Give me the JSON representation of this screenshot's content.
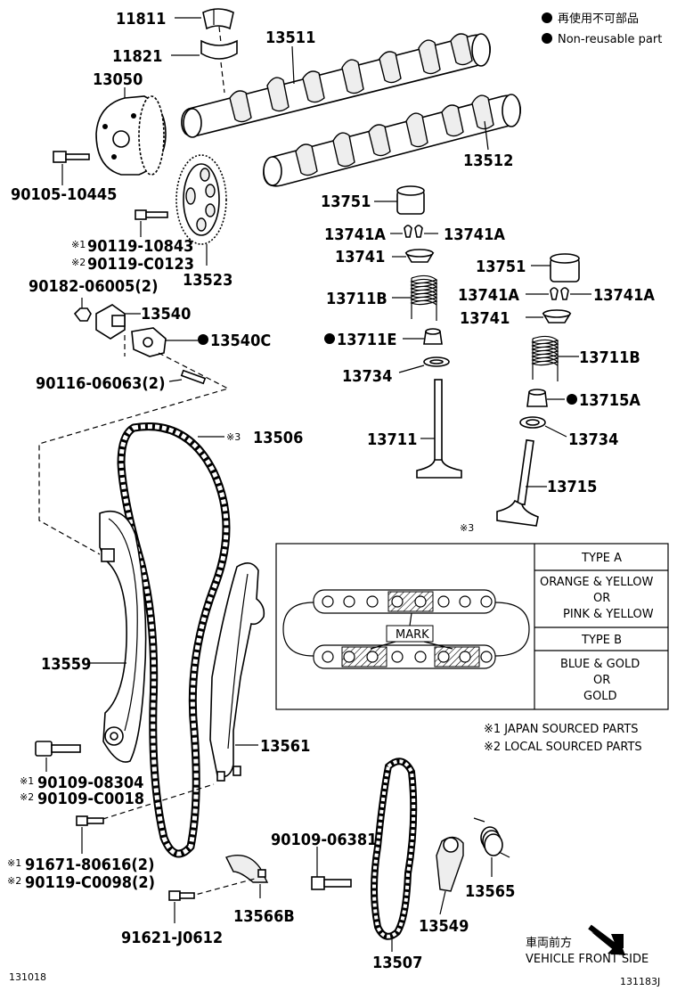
{
  "legend": {
    "jp": "再使用不可部品",
    "en": "Non-reusable part"
  },
  "labels": {
    "p11811": "11811",
    "p11821": "11821",
    "p13050": "13050",
    "p13511": "13511",
    "p13512": "13512",
    "p90105": "90105-10445",
    "p13751a": "13751",
    "p13741a_l": "13741A",
    "p13741a_r": "13741A",
    "p13741_1": "13741",
    "p13711b_1": "13711B",
    "p13711e": "13711E",
    "p13734_1": "13734",
    "p13711": "13711",
    "p13751b": "13751",
    "p13741a_l2": "13741A",
    "p13741a_r2": "13741A",
    "p13741_2": "13741",
    "p13711b_2": "13711B",
    "p13715a": "13715A",
    "p13734_2": "13734",
    "p13715": "13715",
    "p90119a_mark": "※1",
    "p90119a": "90119-10843",
    "p90119b_mark": "※2",
    "p90119b": "90119-C0123",
    "p13523": "13523",
    "p90182": "90182-06005(2)",
    "p13540": "13540",
    "p13540c": "13540C",
    "p90116": "90116-06063(2)",
    "p13506_mark": "※3",
    "p13506": "13506",
    "p13559": "13559",
    "p13561": "13561",
    "p90109a_mark": "※1",
    "p90109a": "90109-08304",
    "p90109b_mark": "※2",
    "p90109b": "90109-C0018",
    "p91671_mark": "※1",
    "p91671": "91671-80616(2)",
    "p90119c_mark": "※2",
    "p90119c": "90119-C0098(2)",
    "p91621": "91621-J0612",
    "p13566b": "13566B",
    "p90109c": "90109-06381",
    "p13507": "13507",
    "p13549": "13549",
    "p13565": "13565"
  },
  "table": {
    "mark3": "※3",
    "type_a": "TYPE A",
    "a_line1": "ORANGE & YELLOW",
    "a_line2": "OR",
    "a_line3": "PINK & YELLOW",
    "type_b": "TYPE B",
    "b_line1": "BLUE & GOLD",
    "b_line2": "OR",
    "b_line3": "GOLD",
    "mark_label": "MARK"
  },
  "notes": {
    "n1": "※1 JAPAN SOURCED PARTS",
    "n2": "※2 LOCAL SOURCED PARTS"
  },
  "front": {
    "jp": "車両前方",
    "en": "VEHICLE FRONT SIDE"
  },
  "footer": {
    "left": "131018",
    "right": "131183J"
  }
}
